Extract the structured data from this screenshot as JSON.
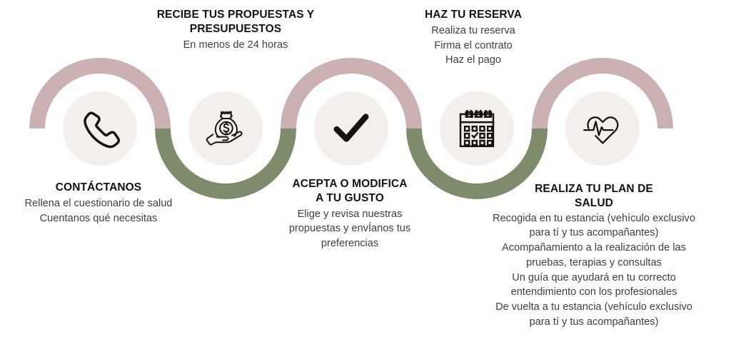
{
  "theme": {
    "background": "#ffffff",
    "arc_pink": "#cbb1b1",
    "arc_green": "#7f8c6b",
    "circle_fill": "#f4efec",
    "icon_stroke": "#15120f",
    "title_color": "#15120f",
    "body_color": "#3f3f41"
  },
  "graphic": {
    "name": "process-wave",
    "description": "Five step zig-zag wave infographic",
    "arc_count": 5,
    "arc_colors": [
      "#cbb1b1",
      "#7f8c6b",
      "#cbb1b1",
      "#7f8c6b",
      "#cbb1b1"
    ]
  },
  "steps": [
    {
      "index": 1,
      "icon": "phone-icon",
      "title": "CONTÁCTANOS",
      "body": "Rellena el cuestionario de salud\nCuentanos qué necesitas",
      "text_position": "below"
    },
    {
      "index": 2,
      "icon": "money-bag-hand-icon",
      "title": "RECIBE TUS PROPUESTAS Y\nPRESUPUESTOS",
      "body": "En menos de 24 horas",
      "text_position": "above"
    },
    {
      "index": 3,
      "icon": "check-mark-icon",
      "title": "ACEPTA O MODIFICA\nA TU GUSTO",
      "body": "Elige y revisa nuestras\npropuestas y envÍanos tus\npreferencias",
      "text_position": "below"
    },
    {
      "index": 4,
      "icon": "calendar-icon",
      "title": "HAZ TU RESERVA",
      "body": "Realiza tu reserva\nFirma el contrato\nHaz el pago",
      "text_position": "above"
    },
    {
      "index": 5,
      "icon": "heart-pulse-icon",
      "title": "REALIZA TU PLAN DE\nSALUD",
      "body": "Recogida en tu estancia (vehículo exclusivo\npara tí y tus acompañantes)\nAcompañamiento a la realización de las\npruebas, terapias y consultas\nUn guía que ayudará en tu correcto\nentendimiento con los profesionales\nDe vuelta a tu estancia (vehículo exclusivo\npara tí y tus acompañantes)",
      "text_position": "below"
    }
  ]
}
